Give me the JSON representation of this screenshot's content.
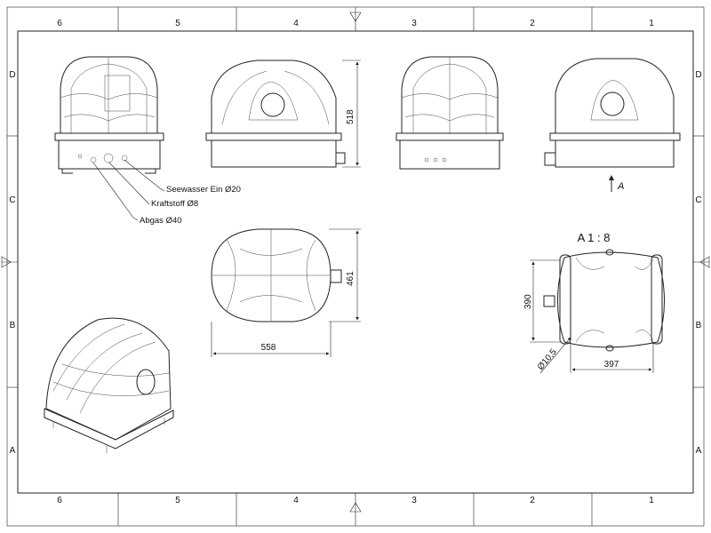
{
  "frame": {
    "columns": [
      "6",
      "5",
      "4",
      "3",
      "2",
      "1"
    ],
    "rows": [
      "D",
      "C",
      "B",
      "A"
    ]
  },
  "labels": {
    "seewasser": "Seewasser Ein Ø20",
    "kraftstoff": "Kraftstoff Ø8",
    "abgas": "Abgas Ø40",
    "view_arrow": "A",
    "section_title": "A 1 : 8"
  },
  "dimensions": {
    "height": "518",
    "depth": "461",
    "width": "558",
    "foot_depth": "390",
    "foot_width": "397",
    "hole": "Ø10,5"
  }
}
